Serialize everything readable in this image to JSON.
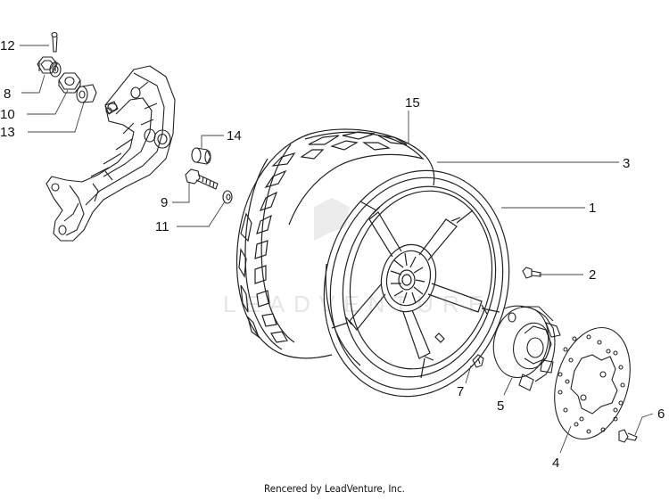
{
  "callouts": {
    "c1": "1",
    "c2": "2",
    "c3": "3",
    "c4": "4",
    "c5": "5",
    "c6": "6",
    "c7": "7",
    "c8": "8",
    "c9": "9",
    "c10": "10",
    "c11": "11",
    "c12": "12",
    "c13": "13",
    "c14": "14",
    "c15": "15"
  },
  "footer": {
    "credit": "Rencered by LeadVenture, Inc."
  },
  "watermark": {
    "text": "LEADVENTURE"
  },
  "colors": {
    "line": "#222222",
    "leader": "#444444",
    "watermark": "#e6e6e6"
  }
}
